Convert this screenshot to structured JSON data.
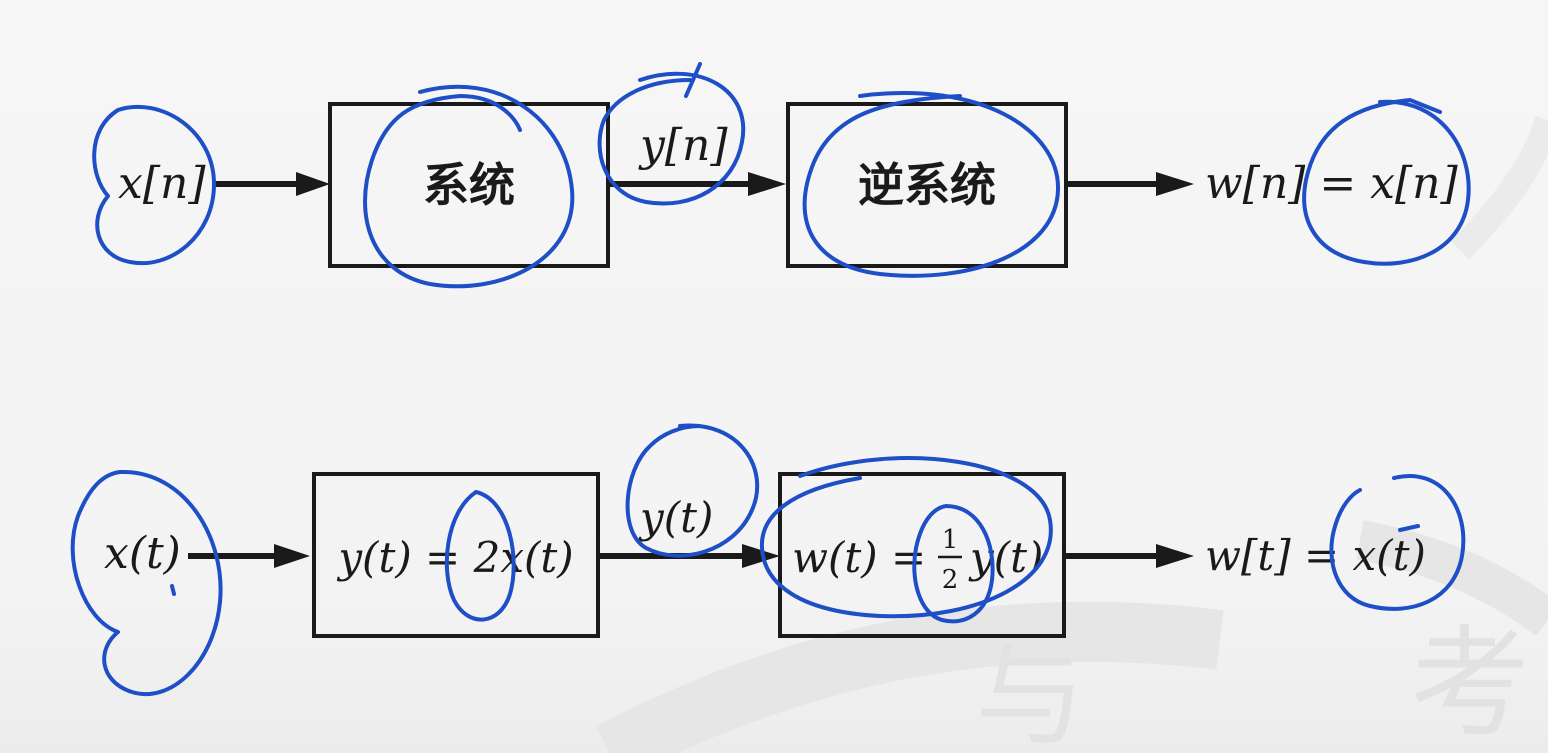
{
  "diagram": {
    "top_row": {
      "input": "x[n]",
      "system_label": "系统",
      "middle_signal": "y[n]",
      "inverse_system_label": "逆系统",
      "output": "w[n] = x[n]"
    },
    "bottom_row": {
      "input": "x(t)",
      "system_equation": "y(t) = 2x(t)",
      "middle_signal": "y(t)",
      "inverse_equation_lhs": "w(t) =",
      "inverse_fraction_numerator": "1",
      "inverse_fraction_denominator": "2",
      "inverse_equation_rhs": "y(t)",
      "output": "w[t] = x(t)"
    },
    "watermark": {
      "char_left": "与",
      "char_right": "考"
    }
  },
  "colors": {
    "ink": "#1a1a1a",
    "annotation": "#1f4fc6",
    "background": "#f4f4f4"
  }
}
